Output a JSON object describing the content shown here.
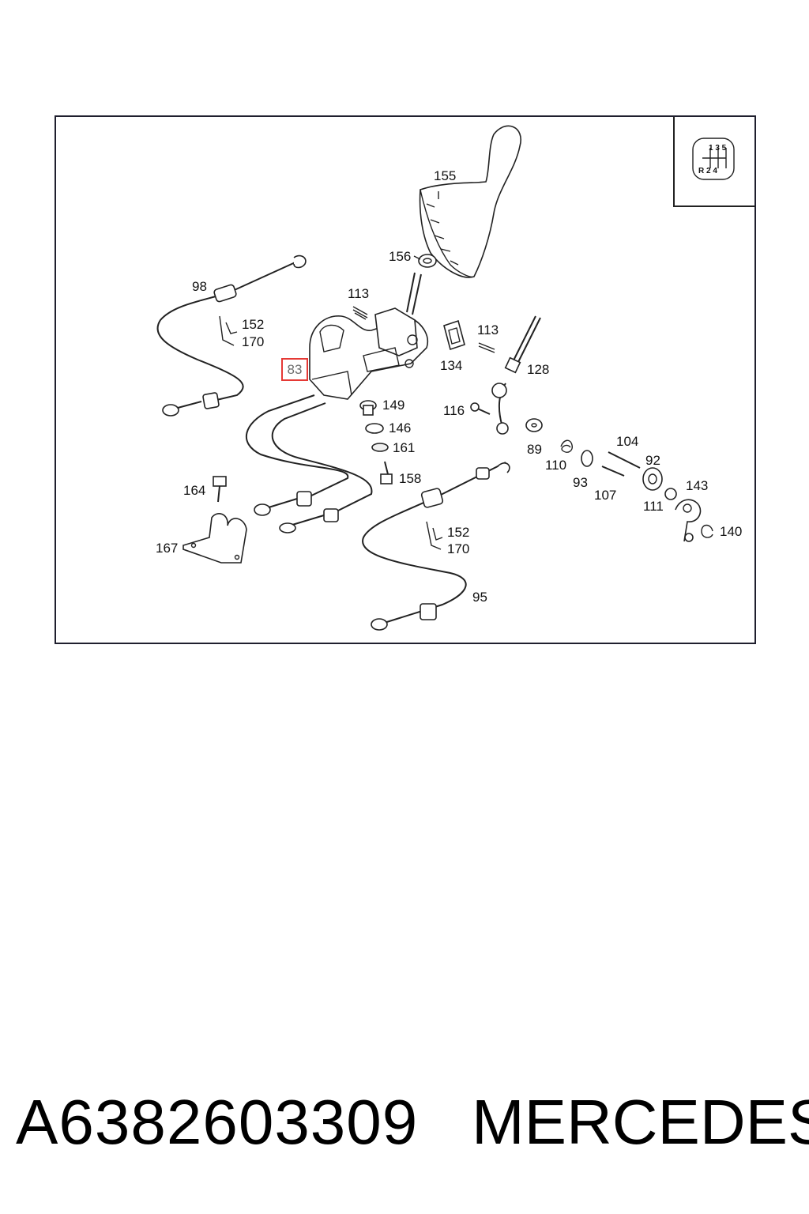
{
  "diagram": {
    "part_labels": {
      "p155": "155",
      "p156": "156",
      "p113a": "113",
      "p113b": "113",
      "p98": "98",
      "p152a": "152",
      "p170a": "170",
      "p134": "134",
      "p128": "128",
      "p149": "149",
      "p146": "146",
      "p161": "161",
      "p116": "116",
      "p89": "89",
      "p110": "110",
      "p104": "104",
      "p92": "92",
      "p93": "93",
      "p107": "107",
      "p111": "111",
      "p143": "143",
      "p140": "140",
      "p158": "158",
      "p164": "164",
      "p167": "167",
      "p152b": "152",
      "p170b": "170",
      "p95": "95"
    },
    "highlighted_part": "83",
    "shift_pattern": {
      "top": "1 3 5",
      "bottom": "R 2 4"
    }
  },
  "footer": {
    "part_number": "A6382603309",
    "brand": "MERCEDES"
  },
  "colors": {
    "highlight": "#e53935",
    "frame": "#1f1f2e"
  }
}
